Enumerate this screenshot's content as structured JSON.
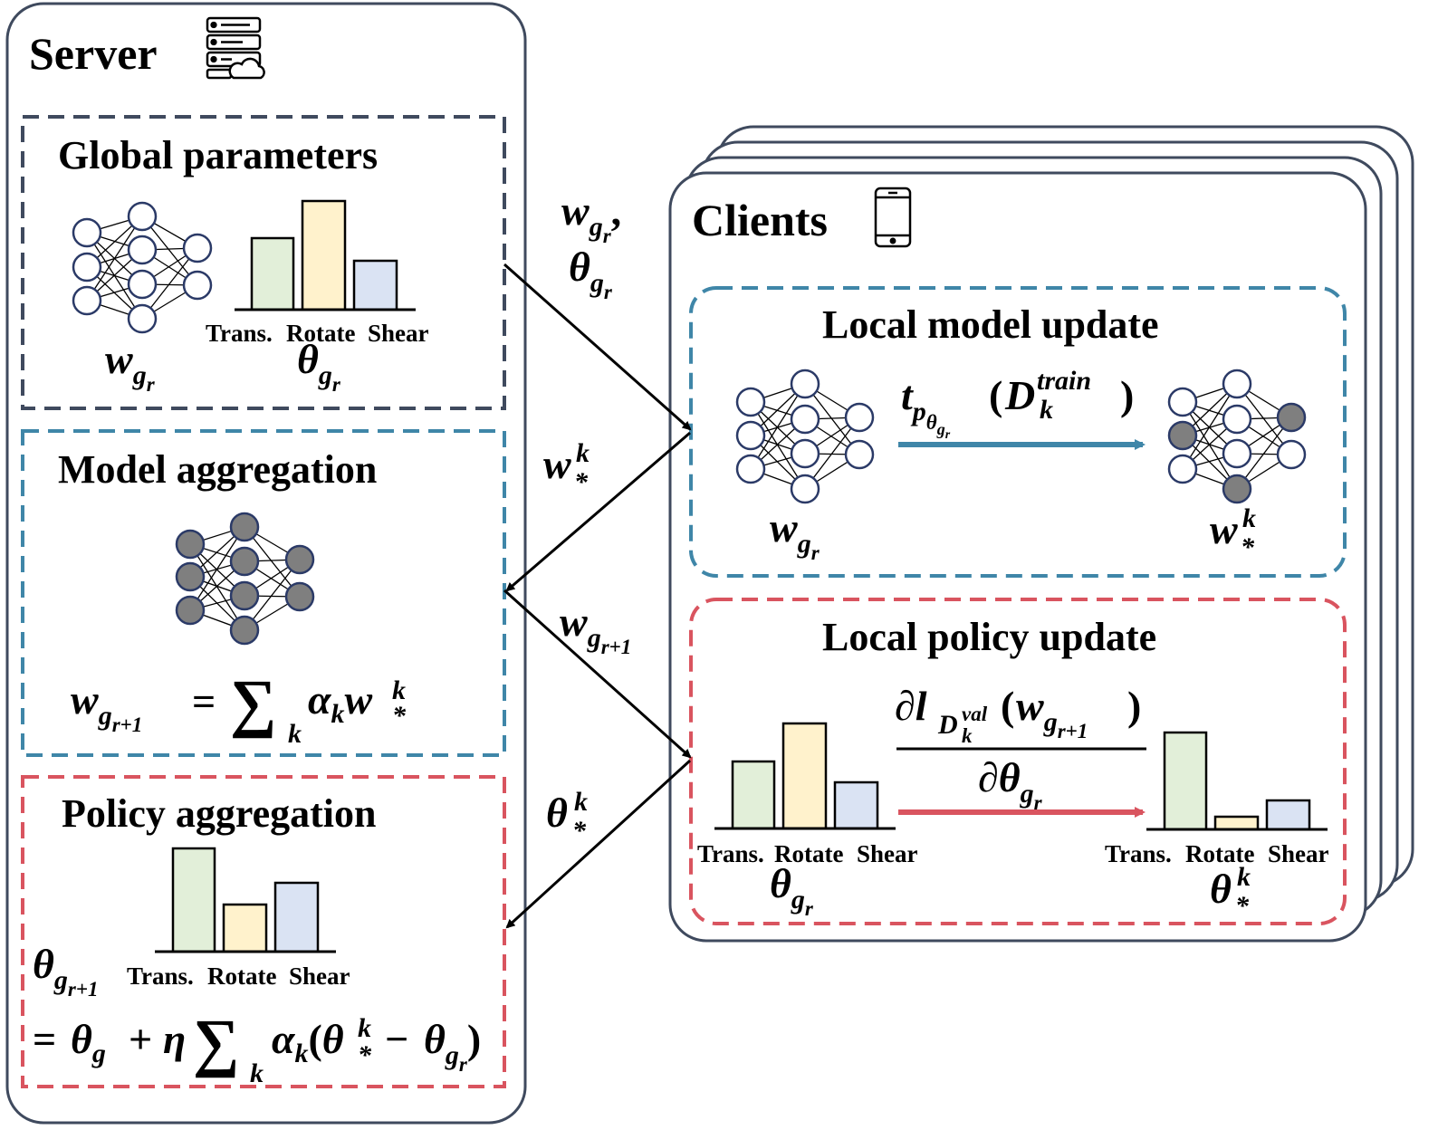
{
  "server": {
    "title": "Server",
    "icon": "server-cloud-icon",
    "global_parameters": {
      "title": "Global parameters",
      "model_label": "w_{g_r}",
      "policy_label": "θ_{g_r}",
      "policy_bars": [
        "Trans.",
        "Rotate",
        "Shear"
      ]
    },
    "model_aggregation": {
      "title": "Model aggregation",
      "formula": "w_{g_{r+1}} = Σ_k α_k w_*^k"
    },
    "policy_aggregation": {
      "title": "Policy aggregation",
      "policy_bars": [
        "Trans.",
        "Rotate",
        "Shear"
      ],
      "formula_lhs": "θ_{g_{r+1}}",
      "formula_rhs": "= θ_g + η Σ_k α_k(θ_*^k − θ_{g_r})"
    }
  },
  "clients": {
    "title": "Clients",
    "icon": "smartphone-icon",
    "local_model_update": {
      "title": "Local model update",
      "input_label": "w_{g_r}",
      "output_label": "w_*^k",
      "arrow_label": "t_{p_{θ_{g_r}}}(D_k^{train})"
    },
    "local_policy_update": {
      "title": "Local policy update",
      "policy_bars": [
        "Trans.",
        "Rotate",
        "Shear"
      ],
      "input_label": "θ_{g_r}",
      "output_label": "θ_*^k",
      "arrow_numerator": "∂l_{D_k^{val}}(w_{g_{r+1}})",
      "arrow_denominator": "∂θ_{g_r}"
    }
  },
  "flows": [
    {
      "from": "server",
      "to": "clients",
      "label": "w_{g_r}, θ_{g_r}"
    },
    {
      "from": "clients",
      "to": "server",
      "label": "w_*^k"
    },
    {
      "from": "server",
      "to": "clients",
      "label": "w_{g_{r+1}}"
    },
    {
      "from": "clients",
      "to": "server",
      "label": "θ_*^k"
    }
  ],
  "colors": {
    "frame": "#3f4a5e",
    "global_dash": "#3f4a5e",
    "model_dash": "#3f86a8",
    "policy_dash": "#d9545f",
    "bar_green": "#e2efd9",
    "bar_yellow": "#fff2cc",
    "bar_blue": "#dae3f3",
    "node_gray": "#7f7f7f",
    "arrow_blue": "#3f86a8",
    "arrow_red": "#d9545f"
  }
}
